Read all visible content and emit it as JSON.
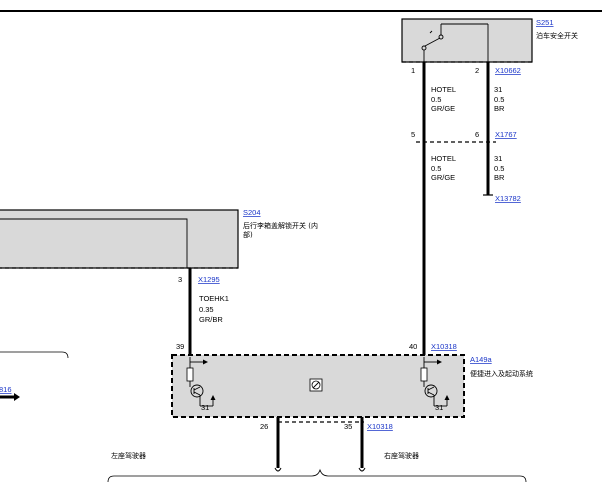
{
  "components": {
    "s251": {
      "ref": "S251",
      "label": "泊车安全开关"
    },
    "s204": {
      "ref": "S204",
      "label_line1": "后行李箱盖解锁开关 (内",
      "label_line2": "部)"
    },
    "a149a": {
      "ref": "A149a",
      "label": "便捷进入及起动系统"
    }
  },
  "connectors": {
    "x10662": "X10662",
    "x1767": "X1767",
    "x13782": "X13782",
    "x1295": "X1295",
    "x10318_top": "X10318",
    "x10318_bottom": "X10318",
    "x816_partial": "816"
  },
  "pins": {
    "s251_pin1": "1",
    "s251_pin2": "2",
    "x1767_pin5": "5",
    "x1767_pin6": "6",
    "x1295_pin3": "3",
    "a149_pin39": "39",
    "a149_pin40": "40",
    "a149_pin26": "26",
    "a149_pin35": "35",
    "ground_left": "31",
    "ground_right": "31"
  },
  "wires": {
    "hotel_upper": {
      "name": "HOTEL",
      "size": "0.5",
      "color": "GR/GE"
    },
    "br_upper": {
      "name": "31",
      "size": "0.5",
      "color": "BR"
    },
    "hotel_lower": {
      "name": "HOTEL",
      "size": "0.5",
      "color": "GR/GE"
    },
    "br_lower": {
      "name": "31",
      "size": "0.5",
      "color": "BR"
    },
    "toehk1": {
      "name": "TOEHK1",
      "size": "0.35",
      "color": "GR/BR"
    }
  },
  "outputs": {
    "left_driver": "左座驾驶器",
    "right_driver": "右座驾驶器"
  }
}
